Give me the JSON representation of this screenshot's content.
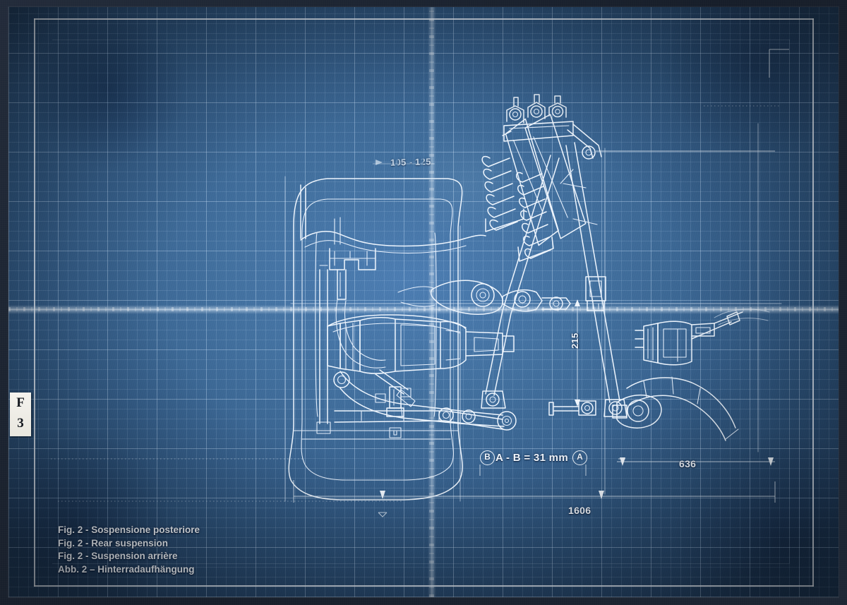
{
  "document": {
    "type": "blueprint",
    "index_tab": {
      "letter": "F",
      "number": "3"
    }
  },
  "dimensions": {
    "overall_width": "1606",
    "track_offset": "636",
    "vertical_height": "215",
    "top_note": "105 - 125",
    "ab_note": "A - B = 31 mm",
    "marker_b": "B",
    "marker_a": "A"
  },
  "caption": {
    "line_it": "Fig. 2 - Sospensione posteriore",
    "line_en": "Fig. 2 - Rear suspension",
    "line_fr": "Fig. 2 - Suspension arrière",
    "line_de": "Abb. 2 – Hinterradaufhängung"
  },
  "colors": {
    "paper_blue": "#43719f",
    "paper_blue_light": "#4d7eb3",
    "paper_blue_dark": "#223f60",
    "ink_white": "#eef5fd",
    "margin_dark": "#1b2433",
    "tab_cream": "#f4f3ee"
  }
}
